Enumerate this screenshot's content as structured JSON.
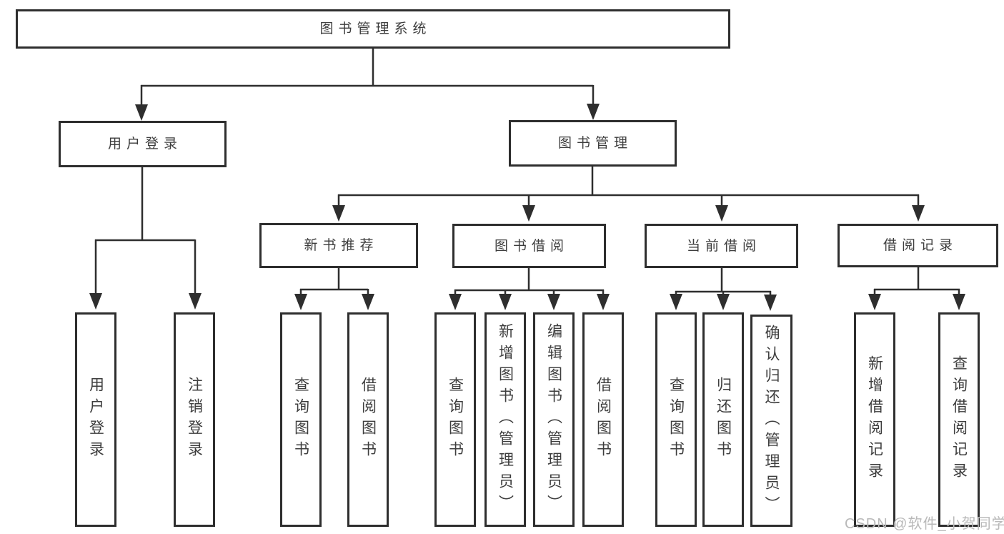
{
  "diagram": {
    "title": "图书管理系统",
    "tree": {
      "label": "图书管理系统",
      "children": [
        {
          "label": "用户登录",
          "children": [
            {
              "label": "用户登录"
            },
            {
              "label": "注销登录"
            }
          ]
        },
        {
          "label": "图书管理",
          "children": [
            {
              "label": "新书推荐",
              "children": [
                {
                  "label": "查询图书"
                },
                {
                  "label": "借阅图书"
                }
              ]
            },
            {
              "label": "图书借阅",
              "children": [
                {
                  "label": "查询图书"
                },
                {
                  "label": "新增图书（管理员）"
                },
                {
                  "label": "编辑图书（管理员）"
                },
                {
                  "label": "借阅图书"
                }
              ]
            },
            {
              "label": "当前借阅",
              "children": [
                {
                  "label": "查询图书"
                },
                {
                  "label": "归还图书"
                },
                {
                  "label": "确认归还（管理员）"
                }
              ]
            },
            {
              "label": "借阅记录",
              "children": [
                {
                  "label": "新增借阅记录"
                },
                {
                  "label": "查询借阅记录"
                }
              ]
            }
          ]
        }
      ]
    },
    "watermark": "CSDN @软件_小贺同学",
    "colors": {
      "line": "#2e2e2e",
      "box_border": "#2e2e2e",
      "text": "#3d3d3d",
      "watermark": "#b9b9b9",
      "background": "#ffffff"
    }
  }
}
